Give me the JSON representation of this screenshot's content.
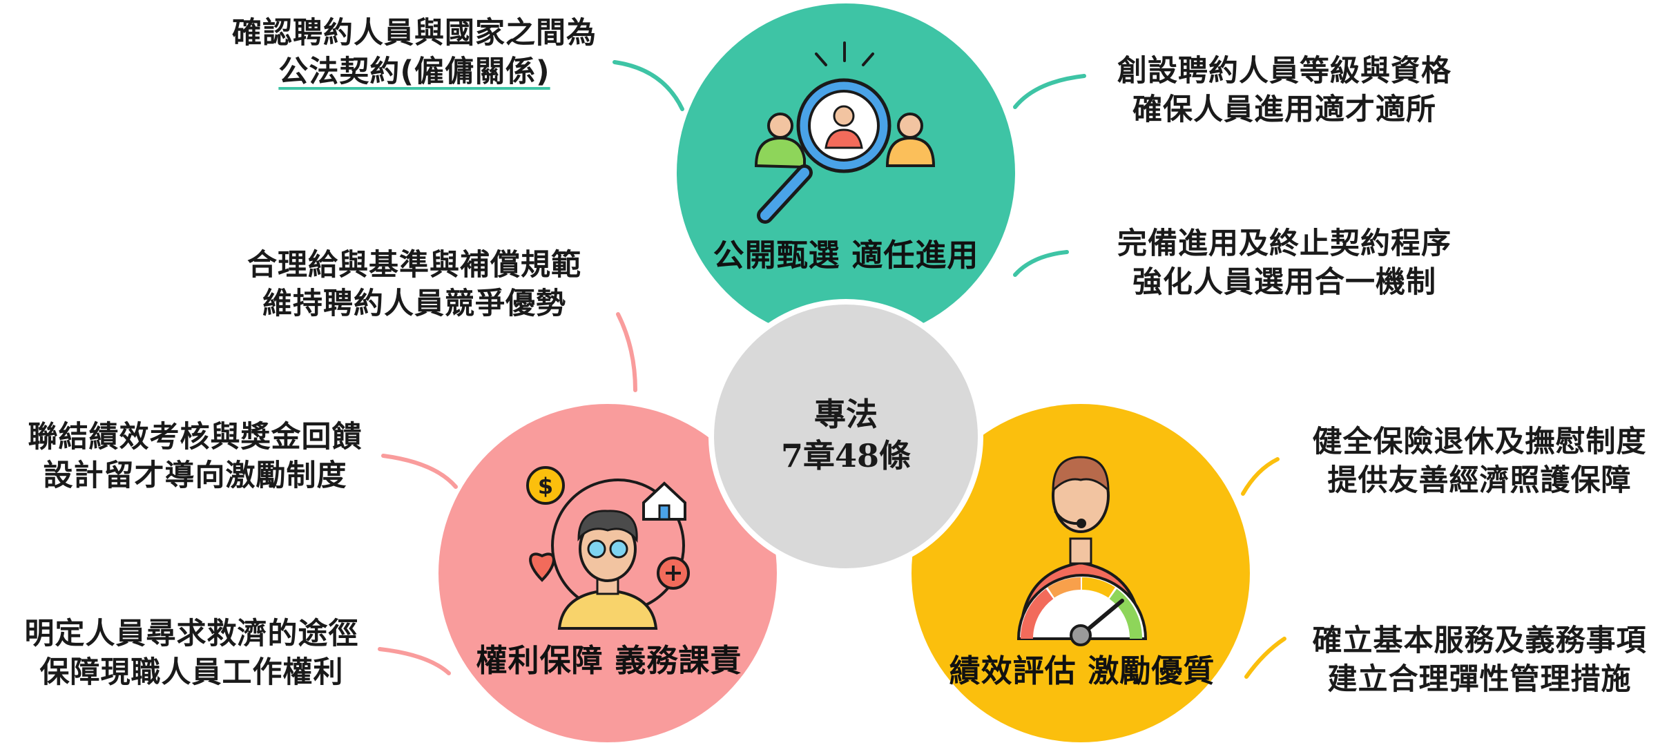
{
  "colors": {
    "teal": "#3ec4a5",
    "pink": "#f99c9c",
    "yellow": "#fbbf0d",
    "center": "#d9d9d9"
  },
  "center": {
    "line1": "專法",
    "line2": "7章48條"
  },
  "circles": {
    "top": {
      "title": "公開甄選  適任進用",
      "icon": "people-search-icon"
    },
    "left": {
      "title": "權利保障  義務課責",
      "icon": "person-benefits-icon"
    },
    "right": {
      "title": "績效評估 激勵優質",
      "icon": "performance-gauge-icon"
    }
  },
  "annotations": {
    "top_left_1": {
      "line1": "確認聘約人員與國家之間為",
      "line2": "公法契約(僱傭關係)"
    },
    "top_right_1": {
      "line1": "創設聘約人員等級與資格",
      "line2": "確保人員進用適才適所"
    },
    "top_right_2": {
      "line1": "完備進用及終止契約程序",
      "line2": "強化人員選用合一機制"
    },
    "mid_left": {
      "line1": "合理給與基準與補償規範",
      "line2": "維持聘約人員競爭優勢"
    },
    "left_1": {
      "line1": "聯結績效考核與獎金回饋",
      "line2": "設計留才導向激勵制度"
    },
    "left_2": {
      "line1": "明定人員尋求救濟的途徑",
      "line2": "保障現職人員工作權利"
    },
    "right_1": {
      "line1": "健全保險退休及撫慰制度",
      "line2": "提供友善經濟照護保障"
    },
    "right_2": {
      "line1": "確立基本服務及義務事項",
      "line2": "建立合理彈性管理措施"
    }
  }
}
